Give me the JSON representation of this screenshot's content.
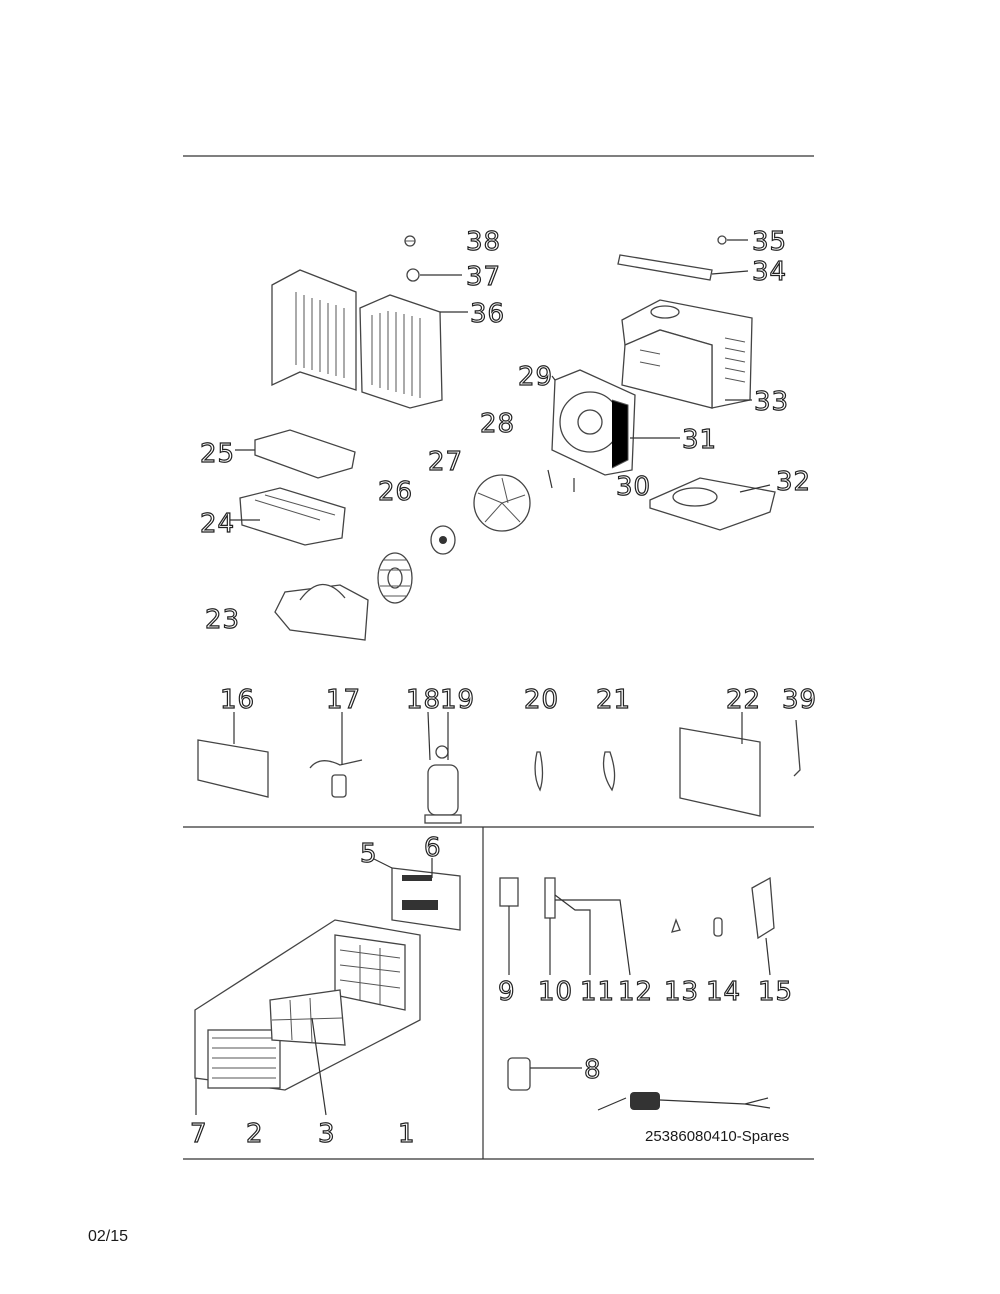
{
  "document": {
    "doc_id": "25386080410-Spares",
    "page_number": "02/15"
  },
  "callouts": {
    "c1": "1",
    "c2": "2",
    "c3": "3",
    "c5": "5",
    "c6": "6",
    "c7": "7",
    "c8": "8",
    "c9": "9",
    "c10": "10",
    "c11": "11",
    "c12": "12",
    "c13": "13",
    "c14": "14",
    "c15": "15",
    "c16": "16",
    "c17": "17",
    "c18": "18",
    "c19": "19",
    "c20": "20",
    "c21": "21",
    "c22": "22",
    "c23": "23",
    "c24": "24",
    "c25": "25",
    "c26": "26",
    "c27": "27",
    "c28": "28",
    "c29": "29",
    "c30": "30",
    "c31": "31",
    "c32": "32",
    "c33": "33",
    "c34": "34",
    "c35": "35",
    "c36": "36",
    "c37": "37",
    "c38": "38",
    "c39": "39"
  }
}
